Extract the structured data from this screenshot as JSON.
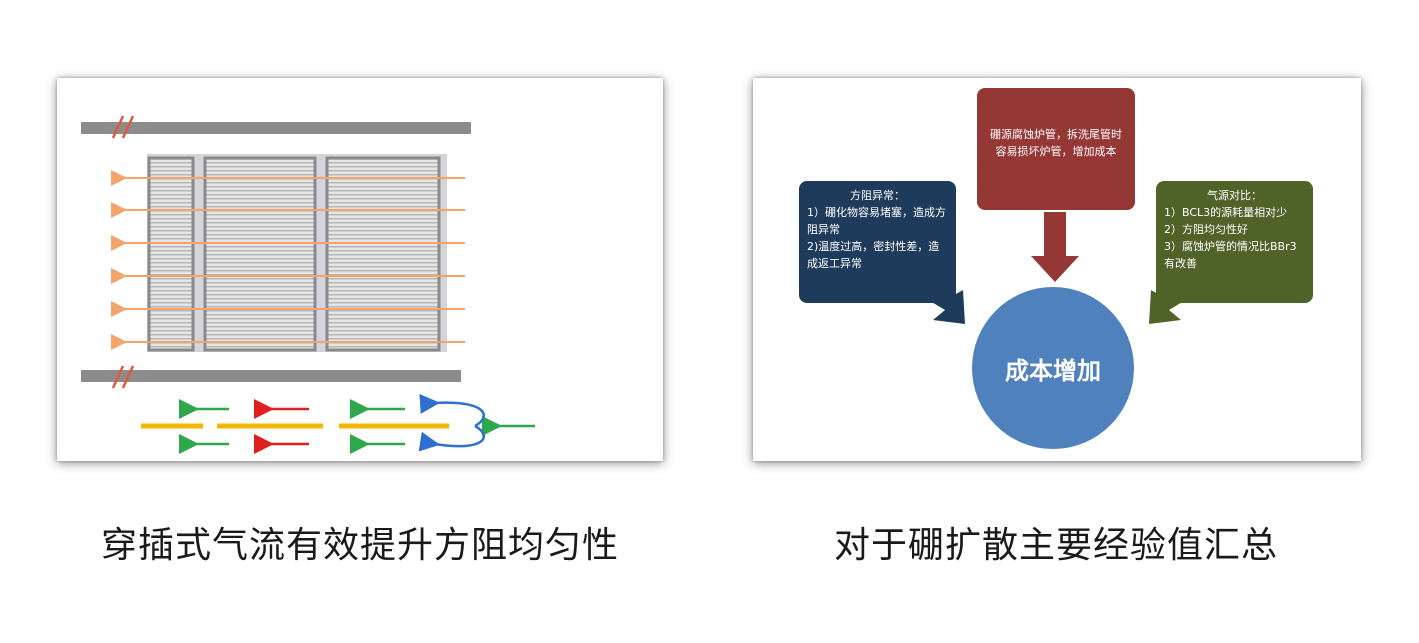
{
  "left_panel": {
    "caption": "穿插式气流有效提升方阻均匀性"
  },
  "right_panel": {
    "caption": "对于硼扩散主要经验值汇总",
    "top_box": {
      "text": "硼源腐蚀炉管，拆洗尾管时容易损坏炉管，增加成本"
    },
    "left_box": {
      "title": "方阻异常：",
      "items": [
        "1）硼化物容易堵塞，造成方阻异常",
        "2)温度过高，密封性差，造成返工异常"
      ]
    },
    "right_box": {
      "title": "气源对比：",
      "items": [
        "1）BCL3的源耗量相对少",
        "2）方阻均匀性好",
        "3）腐蚀炉管的情况比BBr3有改善"
      ]
    },
    "center": "成本增加"
  },
  "colors": {
    "flow_arrow": "#f4a46a",
    "rail": "#8c8c8c",
    "break_mark": "#e05a3a",
    "green_arrow": "#2ea84a",
    "red_arrow": "#e02020",
    "blue_arrow": "#2f6fd0",
    "yellow_bar": "#f2b705",
    "top_box": "#953735",
    "left_box": "#1f3b5c",
    "right_box": "#4f6228",
    "circle": "#4f81bd"
  }
}
